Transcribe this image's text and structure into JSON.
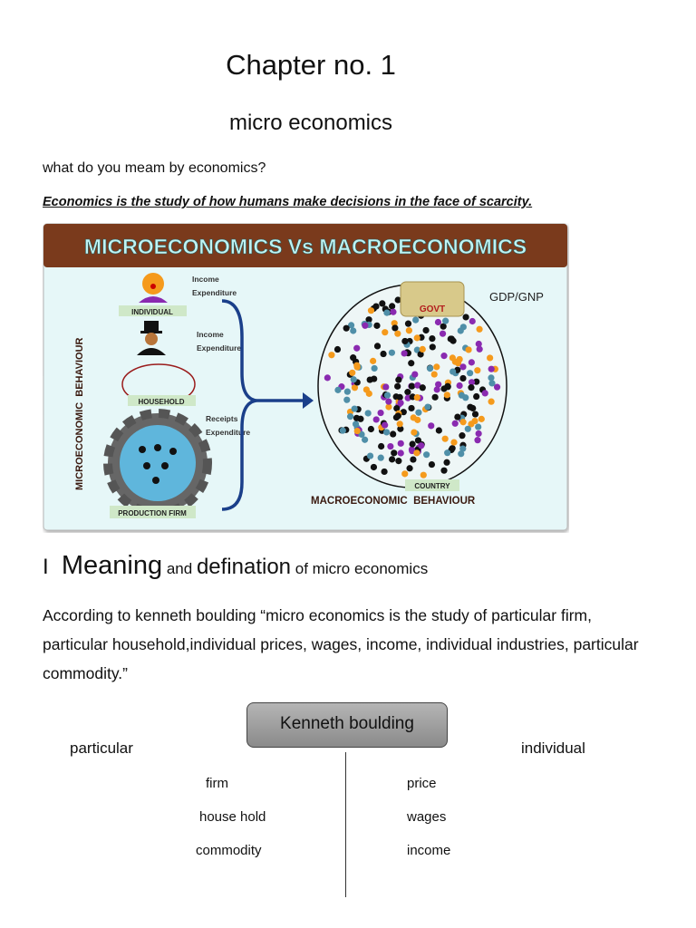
{
  "title": "Chapter no. 1",
  "subtitle": "micro economics",
  "question": "what do you meam by economics?",
  "definition": "Economics is the study of how humans make decisions in the face of scarcity.",
  "figure": {
    "banner": "MICROECONOMICS Vs MACROECONOMICS",
    "side_label": "MICROECONOMIC  BEHAVIOUR",
    "individual": "INDIVIDUAL",
    "household": "HOUSEHOLD",
    "production_firm": "PRODUCTION FIRM",
    "flows": [
      [
        "Income",
        "Expenditure"
      ],
      [
        "Income",
        "Expenditure"
      ],
      [
        "Receipts",
        "Expenditure"
      ]
    ],
    "govt": "GOVT",
    "gdp": "GDP/GNP",
    "country": "COUNTRY",
    "macro_label": "MACROECONOMIC  BEHAVIOUR",
    "colors": {
      "banner": "#7a3a1c",
      "banner_text": "#bff3f3",
      "background": "#e6f7f8",
      "arrow": "#1a3f8a",
      "label_box": "#cfe8c8"
    }
  },
  "heading": {
    "number": "I",
    "word1": "Meaning",
    "word2": "and",
    "word3": "defination",
    "word4": "of micro economics"
  },
  "paragraph": [
    "According to kenneth boulding “micro economics is the study of particular firm,",
    "particular household,individual prices, wages, income, individual industries, particular",
    "commodity.”"
  ],
  "diagram": {
    "root": "Kenneth boulding",
    "left_label": "particular",
    "right_label": "individual",
    "left_items": [
      "firm",
      "house hold",
      "commodity"
    ],
    "right_items": [
      "price",
      "wages",
      "income"
    ]
  }
}
